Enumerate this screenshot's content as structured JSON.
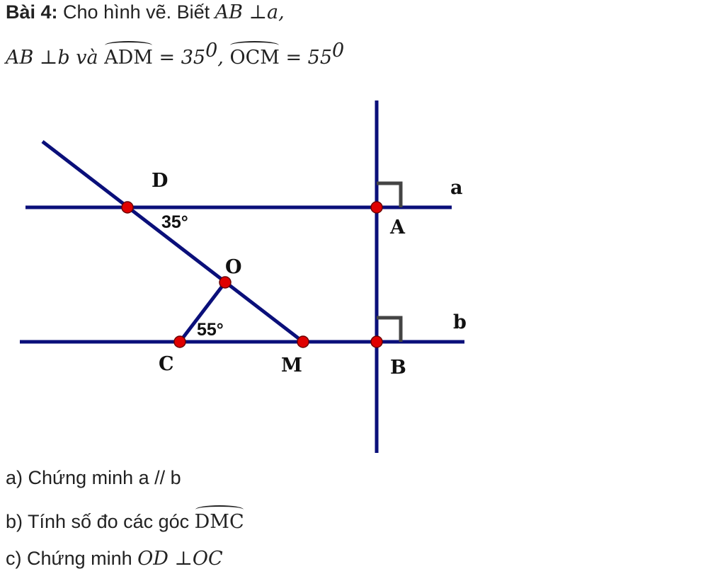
{
  "header": {
    "problem_label": "Bài 4:",
    "intro_text": " Cho hình vẽ. Biết ",
    "given1": "AB ⊥a,",
    "given2": "AB ⊥b",
    "va": " và ",
    "angle1_name": "ADM",
    "angle1_value": " = 35",
    "sup0": "0",
    "comma": ", ",
    "angle2_name": "OCM",
    "angle2_value": " =  55"
  },
  "figure": {
    "line_color": "#0a0f7a",
    "point_color": "#e00000",
    "right_angle_color": "#444444",
    "points": {
      "D": "D",
      "A": "A",
      "O": "O",
      "C": "C",
      "M": "M",
      "B": "B"
    },
    "lines": {
      "a": "a",
      "b": "b"
    },
    "angle_labels": {
      "adm": "35°",
      "ocm": "55°"
    }
  },
  "questions": {
    "a": "a) Chứng minh a // b",
    "b_prefix": "b) Tính số đo các góc ",
    "b_angle": "DMC",
    "c_prefix": "c) Chứng minh ",
    "c_math": "OD ⊥OC"
  }
}
